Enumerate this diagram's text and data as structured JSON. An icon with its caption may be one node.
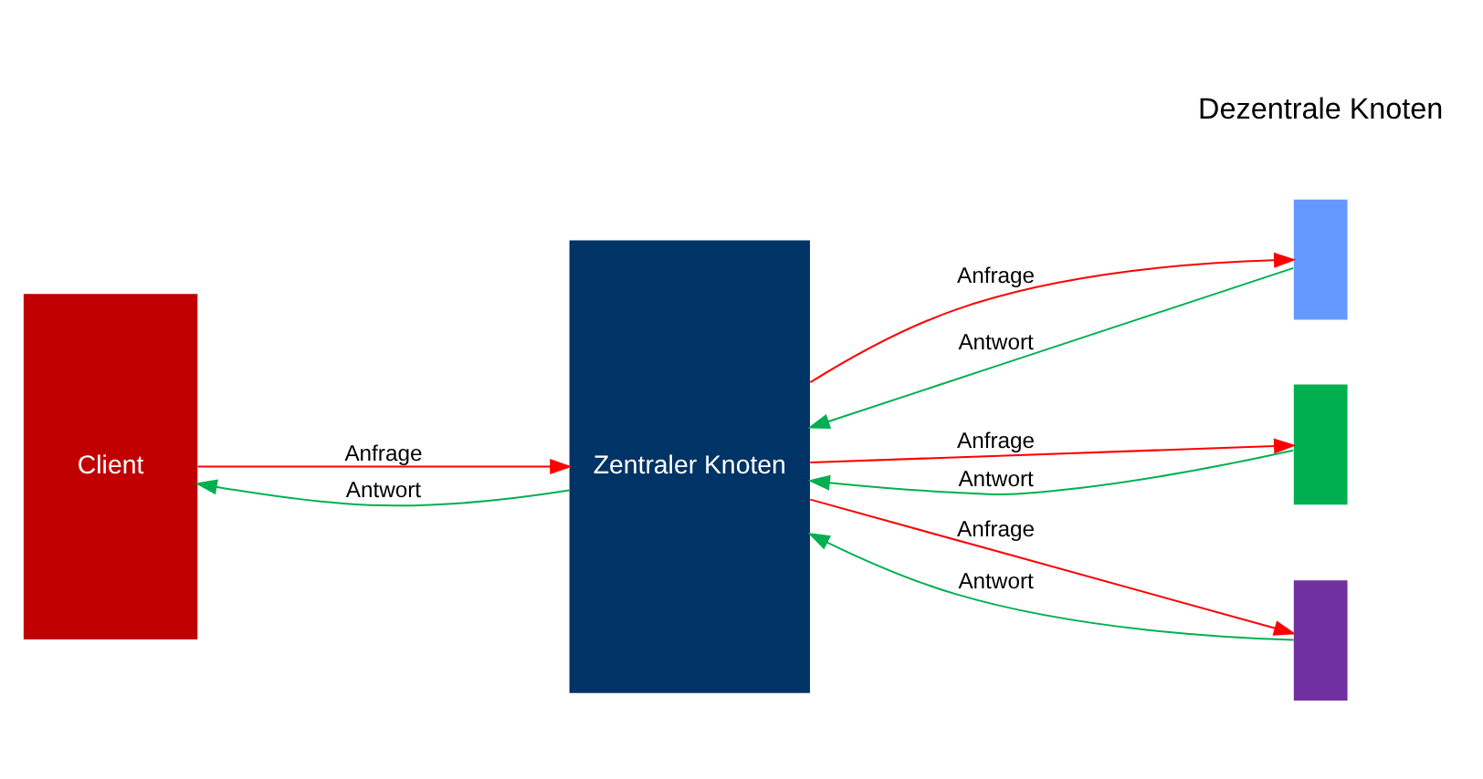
{
  "diagram": {
    "nodes": [
      {
        "text": [
          "Client"
        ]
      },
      {
        "text": [
          "Zentraler Knoten"
        ]
      },
      {
        "text": [],
        "shape": "bar"
      },
      {
        "text": [],
        "shape": "bar"
      },
      {
        "text": [],
        "shape": "bar"
      }
    ],
    "edges": [
      {
        "from": 0,
        "to": 1,
        "arrow": "to",
        "label": "Anfrage",
        "color": "#ff0000"
      },
      {
        "from": 1,
        "to": 0,
        "arrow": "to",
        "label": "Antwort",
        "color": "#00b050"
      },
      {
        "from": 1,
        "to": 2,
        "arrow": "to",
        "label": "Anfrage",
        "color": "#ff0000"
      },
      {
        "from": 2,
        "to": 1,
        "arrow": "to",
        "label": "Antwort",
        "color": "#00b050"
      },
      {
        "from": 1,
        "to": 3,
        "arrow": "to",
        "label": "Anfrage",
        "color": "#ff0000"
      },
      {
        "from": 3,
        "to": 1,
        "arrow": "to",
        "label": "Antwort",
        "color": "#00b050"
      },
      {
        "from": 1,
        "to": 4,
        "arrow": "to",
        "label": "Anfrage",
        "color": "#ff0000"
      },
      {
        "from": 4,
        "to": 1,
        "arrow": "to",
        "label": "Antwort",
        "color": "#00b050"
      }
    ],
    "labels": [
      "Dezentrale Knoten"
    ]
  }
}
